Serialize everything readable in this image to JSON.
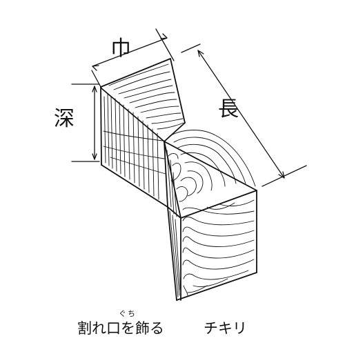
{
  "labels": {
    "width": "巾",
    "depth": "深",
    "length": "長"
  },
  "caption": {
    "ruby": "ぐち",
    "text": "割れ口を飾る",
    "name": "チキリ"
  }
}
